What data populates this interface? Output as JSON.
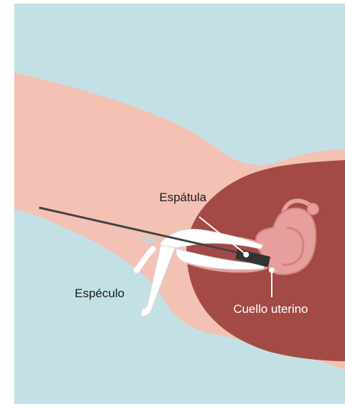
{
  "labels": {
    "spatula": "Espátula",
    "speculum": "Espéculo",
    "cervix": "Cuello uterino"
  },
  "colors": {
    "background": "#c3e1e5",
    "skin": "#f4c1b5",
    "vagina_wall": "#a34a47",
    "uterus": "#e69f9c",
    "uterus_outline": "#d4827f",
    "instrument": "#ffffff",
    "instrument_shadow": "#b8b8b8",
    "spatula_handle": "#444444",
    "spatula_tip": "#333333",
    "pointer": "#ffffff",
    "text_dark": "#1a1a1a",
    "text_light": "#ffffff"
  }
}
